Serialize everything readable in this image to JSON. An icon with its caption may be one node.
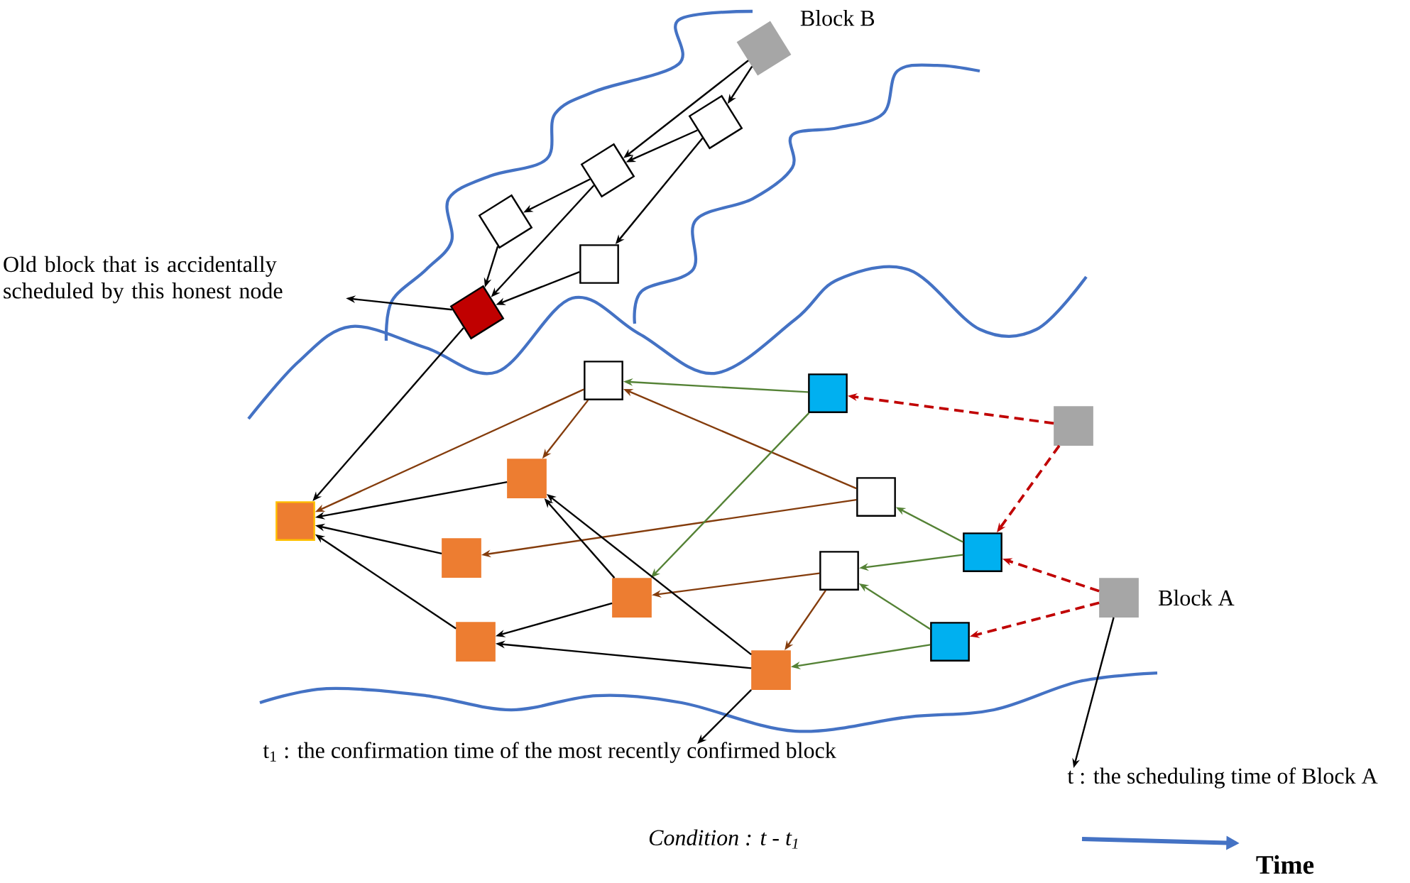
{
  "diagram": {
    "nodes": [
      {
        "text": [],
        "shape": "diamond",
        "beside": [
          "Block B"
        ]
      },
      {
        "text": [],
        "shape": "diamond"
      },
      {
        "text": [],
        "shape": "diamond"
      },
      {
        "text": [],
        "shape": "diamond"
      },
      {
        "text": [],
        "shape": "box"
      },
      {
        "text": [],
        "shape": "diamond"
      },
      {
        "text": [
          "Old block that is accidentally scheduled by this honest node"
        ]
      },
      {
        "text": [],
        "shape": "box"
      },
      {
        "text": [],
        "shape": "box"
      },
      {
        "text": [],
        "shape": "box"
      },
      {
        "text": [],
        "shape": "box"
      },
      {
        "text": [],
        "shape": "box"
      },
      {
        "text": [],
        "shape": "box"
      },
      {
        "text": [],
        "shape": "box"
      },
      {
        "text": [],
        "shape": "box"
      },
      {
        "text": [],
        "shape": "box"
      },
      {
        "text": [],
        "shape": "box",
        "beside": [
          "Block A"
        ]
      },
      {
        "text": [],
        "shape": "box"
      },
      {
        "text": [],
        "shape": "box"
      },
      {
        "text": [],
        "shape": "box"
      },
      {
        "text": [],
        "shape": "box"
      },
      {
        "text": [
          "t$_{1}$ : the confirmation time of the most recently confirmed block"
        ]
      },
      {
        "text": [
          "t : the scheduling time of Block A"
        ]
      }
    ],
    "edges": [
      {
        "from": 0,
        "to": 1,
        "arrow": "to"
      },
      {
        "from": 0,
        "to": 2,
        "arrow": "to"
      },
      {
        "from": 1,
        "to": 2,
        "arrow": "to"
      },
      {
        "from": 1,
        "to": 4,
        "arrow": "to"
      },
      {
        "from": 2,
        "to": 3,
        "arrow": "to"
      },
      {
        "from": 2,
        "to": 5,
        "arrow": "to"
      },
      {
        "from": 3,
        "to": 5,
        "arrow": "to"
      },
      {
        "from": 4,
        "to": 5,
        "arrow": "to"
      },
      {
        "from": 5,
        "to": 6,
        "arrow": "to"
      },
      {
        "from": 5,
        "to": 12,
        "arrow": "to"
      },
      {
        "from": 8,
        "to": 7,
        "arrow": "to",
        "color": "#548235"
      },
      {
        "from": 7,
        "to": 10,
        "arrow": "to",
        "color": "#843c0c"
      },
      {
        "from": 7,
        "to": 12,
        "arrow": "to",
        "color": "#843c0c"
      },
      {
        "from": 11,
        "to": 7,
        "arrow": "to",
        "color": "#843c0c"
      },
      {
        "from": 11,
        "to": 13,
        "arrow": "to",
        "color": "#843c0c"
      },
      {
        "from": 9,
        "to": 8,
        "arrow": "to",
        "style": "dashed",
        "color": "#c00000"
      },
      {
        "from": 9,
        "to": 14,
        "arrow": "to",
        "style": "dashed",
        "color": "#c00000"
      },
      {
        "from": 8,
        "to": 17,
        "arrow": "to",
        "color": "#548235"
      },
      {
        "from": 14,
        "to": 11,
        "arrow": "to",
        "color": "#548235"
      },
      {
        "from": 14,
        "to": 15,
        "arrow": "to",
        "color": "#548235"
      },
      {
        "from": 16,
        "to": 14,
        "arrow": "to",
        "style": "dashed",
        "color": "#c00000"
      },
      {
        "from": 16,
        "to": 19,
        "arrow": "to",
        "style": "dashed",
        "color": "#c00000"
      },
      {
        "from": 19,
        "to": 15,
        "arrow": "to",
        "color": "#548235"
      },
      {
        "from": 19,
        "to": 20,
        "arrow": "to",
        "color": "#548235"
      },
      {
        "from": 15,
        "to": 17,
        "arrow": "to",
        "color": "#843c0c"
      },
      {
        "from": 15,
        "to": 20,
        "arrow": "to",
        "color": "#843c0c"
      },
      {
        "from": 10,
        "to": 12,
        "arrow": "to"
      },
      {
        "from": 13,
        "to": 12,
        "arrow": "to"
      },
      {
        "from": 18,
        "to": 12,
        "arrow": "to"
      },
      {
        "from": 17,
        "to": 10,
        "arrow": "to"
      },
      {
        "from": 20,
        "to": 10,
        "arrow": "to"
      },
      {
        "from": 17,
        "to": 18,
        "arrow": "to"
      },
      {
        "from": 20,
        "to": 18,
        "arrow": "to"
      },
      {
        "from": 20,
        "to": 21,
        "arrow": "to"
      },
      {
        "from": 16,
        "to": 22,
        "arrow": "to"
      }
    ],
    "labels": [
      "Condition : t - t$_{1}$",
      "Time"
    ]
  }
}
